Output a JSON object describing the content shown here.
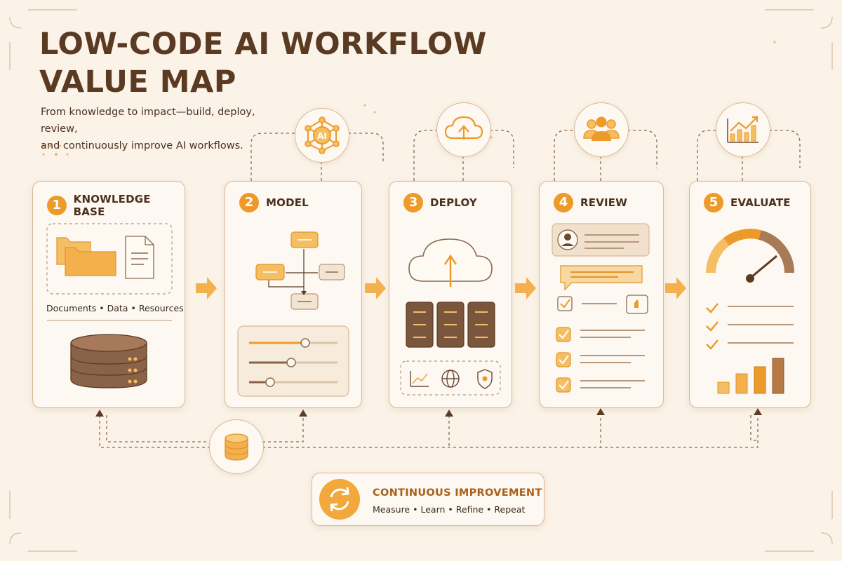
{
  "header": {
    "title_line1": "LOW-CODE AI WORKFLOW",
    "title_line2": "VALUE MAP",
    "subtitle_line1": "From knowledge to impact—build, deploy, review,",
    "subtitle_line2": "and continuously improve AI workflows."
  },
  "steps": [
    {
      "num": "1",
      "label": "KNOWLEDGE BASE"
    },
    {
      "num": "2",
      "label": "MODEL"
    },
    {
      "num": "3",
      "label": "DEPLOY"
    },
    {
      "num": "4",
      "label": "REVIEW"
    },
    {
      "num": "5",
      "label": "EVALUATE"
    }
  ],
  "knowledge_sources": [
    "Documents",
    "Data",
    "Resources"
  ],
  "model_icon_text": "AI",
  "continuous_improvement": {
    "title": "CONTINUOUS IMPROVEMENT",
    "steps": [
      "Measure",
      "Learn",
      "Refine",
      "Repeat"
    ]
  },
  "colors": {
    "background": "#fbf3e8",
    "accent_orange": "#ec9a2a",
    "light_orange": "#f5be63",
    "dark_brown": "#6b4a32",
    "border": "#d9b895"
  },
  "icons": {
    "model": "ai-network-icon",
    "deploy": "cloud-upload-icon",
    "review": "user-group-icon",
    "evaluate": "growth-chart-icon",
    "loop": "refresh-cycle-icon",
    "database": "database-icon"
  }
}
